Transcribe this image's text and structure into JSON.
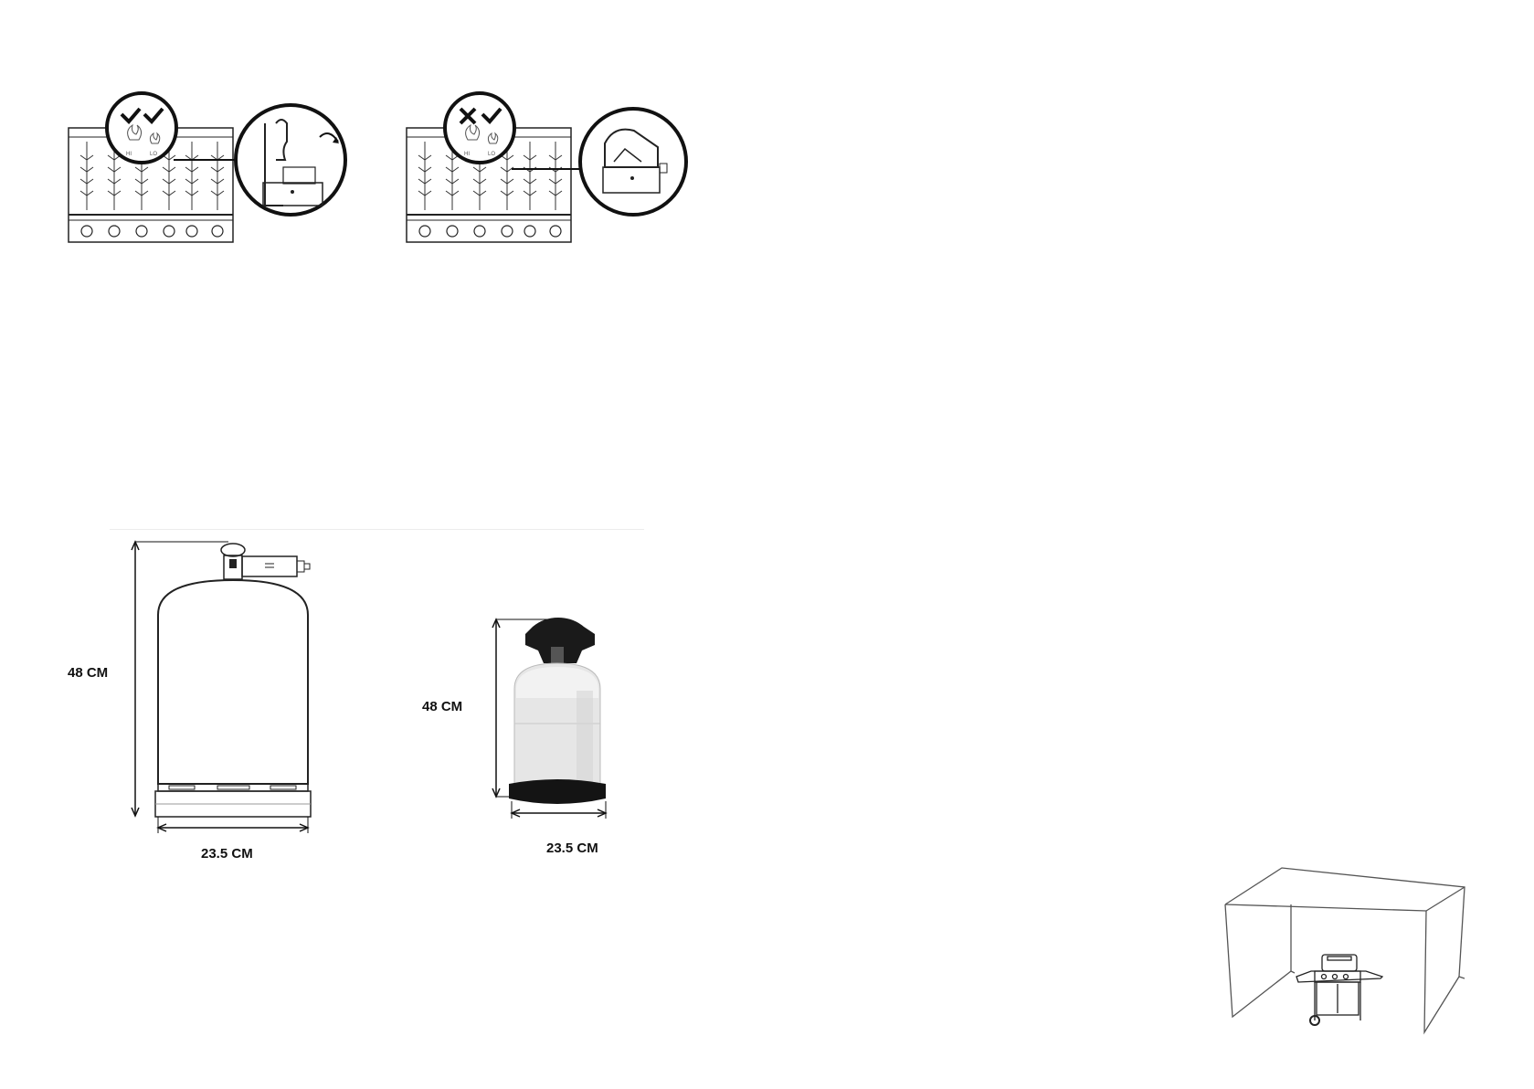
{
  "burner_diagrams": [
    {
      "status_marks": [
        "check-icon",
        "check-icon"
      ],
      "knob_labels": [
        "HI",
        "LO"
      ]
    },
    {
      "status_marks": [
        "cross-icon",
        "check-icon"
      ],
      "knob_labels": [
        "HI",
        "LO"
      ]
    }
  ],
  "cylinders": [
    {
      "height_label": "48 CM",
      "width_label": "23.5 CM",
      "style": "line-drawing"
    },
    {
      "height_label": "48 CM",
      "width_label": "23.5 CM",
      "style": "photo"
    }
  ],
  "colors": {
    "ink": "#111111",
    "cylinder_body": "#e6e6e6",
    "cylinder_cap": "#1a1a1a"
  }
}
